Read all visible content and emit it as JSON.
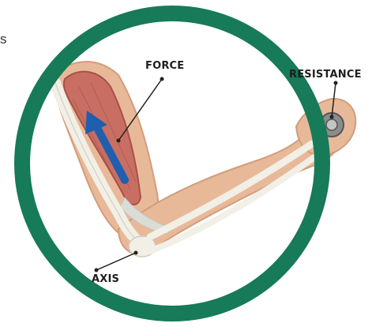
{
  "labels": {
    "force": "FORCE",
    "resistance": "RESISTANCE",
    "axis": "AXIS",
    "edge_fragment": "s"
  },
  "colors": {
    "ring": "#177a58",
    "skin": "#e8b999",
    "skin_shadow": "#d39c7a",
    "muscle": "#c86e63",
    "muscle_dark": "#a85148",
    "bone": "#f2efe6",
    "tendon": "#dcdcd6",
    "arrow": "#1f5fae",
    "weight": "#8c8c8c",
    "leader_line": "#222222"
  },
  "icons": {
    "force_arrow": "arrow-up-left",
    "resistance_weight": "weight-disc"
  }
}
